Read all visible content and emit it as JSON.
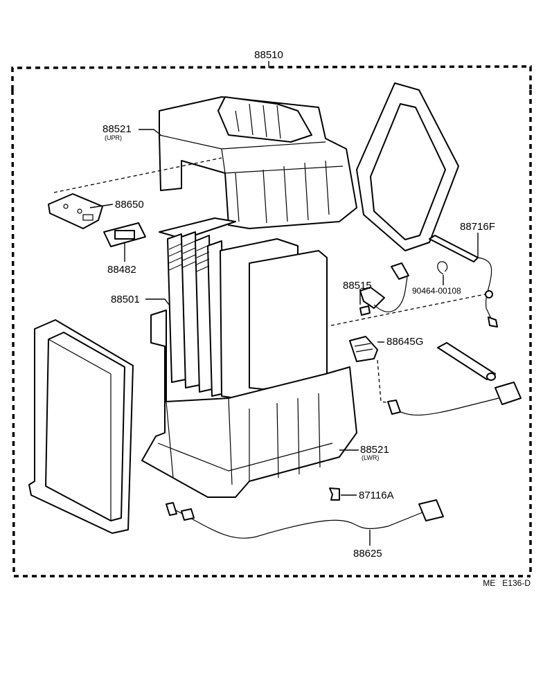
{
  "diagram": {
    "assembly_label": "88510",
    "drawing_code": "ME   E136-D",
    "parts": [
      {
        "id": "upper_case",
        "number": "88521",
        "sub": "(UPR)"
      },
      {
        "id": "plate",
        "number": "88650",
        "sub": ""
      },
      {
        "id": "clip",
        "number": "88482",
        "sub": ""
      },
      {
        "id": "evaporator",
        "number": "88501",
        "sub": ""
      },
      {
        "id": "expansion_valve",
        "number": "88515",
        "sub": ""
      },
      {
        "id": "thermistor_right",
        "number": "88716F",
        "sub": ""
      },
      {
        "id": "o_ring",
        "number": "90464-00108",
        "sub": ""
      },
      {
        "id": "pressure_switch",
        "number": "88645G",
        "sub": ""
      },
      {
        "id": "lower_case",
        "number": "88521",
        "sub": "(LWR)"
      },
      {
        "id": "clamp",
        "number": "87116A",
        "sub": ""
      },
      {
        "id": "thermistor_bottom",
        "number": "88625",
        "sub": ""
      }
    ]
  }
}
